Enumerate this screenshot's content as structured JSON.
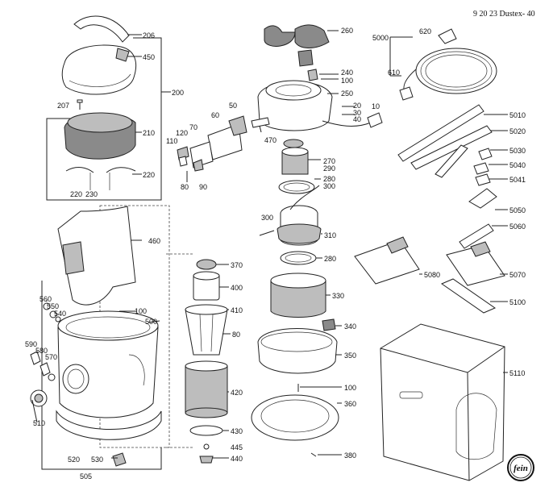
{
  "header": {
    "doc_code": "9 20 23 Dustex- 40"
  },
  "brand": {
    "logo_text": "fein"
  },
  "parts": [
    {
      "no": "206"
    },
    {
      "no": "450"
    },
    {
      "no": "200"
    },
    {
      "no": "207"
    },
    {
      "no": "210"
    },
    {
      "no": "220"
    },
    {
      "no": "220"
    },
    {
      "no": "230"
    },
    {
      "no": "460"
    },
    {
      "no": "560"
    },
    {
      "no": "550"
    },
    {
      "no": "540"
    },
    {
      "no": "590"
    },
    {
      "no": "580"
    },
    {
      "no": "570"
    },
    {
      "no": "510"
    },
    {
      "no": "500"
    },
    {
      "no": "100"
    },
    {
      "no": "520"
    },
    {
      "no": "530"
    },
    {
      "no": "505"
    },
    {
      "no": "260"
    },
    {
      "no": "240"
    },
    {
      "no": "100"
    },
    {
      "no": "250"
    },
    {
      "no": "20"
    },
    {
      "no": "30"
    },
    {
      "no": "40"
    },
    {
      "no": "10"
    },
    {
      "no": "470"
    },
    {
      "no": "60"
    },
    {
      "no": "50"
    },
    {
      "no": "70"
    },
    {
      "no": "120"
    },
    {
      "no": "110"
    },
    {
      "no": "80"
    },
    {
      "no": "90"
    },
    {
      "no": "270"
    },
    {
      "no": "290"
    },
    {
      "no": "280"
    },
    {
      "no": "300"
    },
    {
      "no": "300"
    },
    {
      "no": "310"
    },
    {
      "no": "280"
    },
    {
      "no": "330"
    },
    {
      "no": "340"
    },
    {
      "no": "350"
    },
    {
      "no": "100"
    },
    {
      "no": "360"
    },
    {
      "no": "380"
    },
    {
      "no": "370"
    },
    {
      "no": "400"
    },
    {
      "no": "410"
    },
    {
      "no": "80"
    },
    {
      "no": "420"
    },
    {
      "no": "430"
    },
    {
      "no": "445"
    },
    {
      "no": "440"
    },
    {
      "no": "620"
    },
    {
      "no": "5000"
    },
    {
      "no": "610"
    },
    {
      "no": "5010"
    },
    {
      "no": "5020"
    },
    {
      "no": "5030"
    },
    {
      "no": "5040"
    },
    {
      "no": "5041"
    },
    {
      "no": "5050"
    },
    {
      "no": "5060"
    },
    {
      "no": "5080"
    },
    {
      "no": "5070"
    },
    {
      "no": "5100"
    },
    {
      "no": "5110"
    }
  ]
}
